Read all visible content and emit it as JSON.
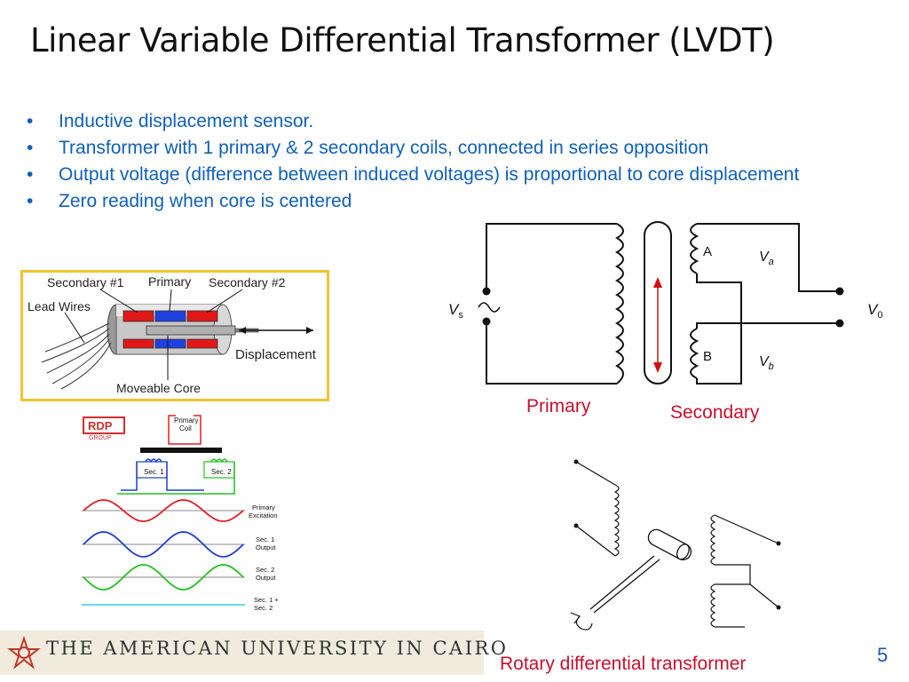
{
  "title": "Linear Variable Differential Transformer (LVDT)",
  "bullets": [
    "Inductive displacement sensor.",
    "Transformer with 1 primary & 2 secondary coils, connected in series opposition",
    "Output voltage (difference between induced voltages) is proportional to core displacement",
    "Zero reading when core is centered"
  ],
  "lvdt_photo": {
    "secondary1": "Secondary #1",
    "primary": "Primary",
    "secondary2": "Secondary #2",
    "lead_wires": "Lead Wires",
    "displacement": "Displacement",
    "moveable_core": "Moveable Core"
  },
  "circuit": {
    "vs": "V",
    "vs_sub": "s",
    "coil_a": "A",
    "coil_b": "B",
    "va": "V",
    "va_sub": "a",
    "vb": "V",
    "vb_sub": "b",
    "v0": "V",
    "v0_sub": "0"
  },
  "captions": {
    "primary": "Primary",
    "secondary": "Secondary",
    "rotary": "Rotary differential transformer"
  },
  "waveform": {
    "logo_top": "RDP",
    "logo_bottom": "GROUP",
    "primary_coil_1": "Primary",
    "primary_coil_2": "Coil",
    "sec1": "Sec. 1",
    "sec2": "Sec. 2",
    "primary_excitation_1": "Primary",
    "primary_excitation_2": "Excitation",
    "sec1_output_1": "Sec. 1",
    "sec1_output_2": "Output",
    "sec2_output_1": "Sec. 2",
    "sec2_output_2": "Output",
    "sum_1": "Sec. 1 +",
    "sum_2": "Sec. 2"
  },
  "footer": {
    "university": "THE AMERICAN UNIVERSITY IN CAIRO",
    "page_number": "5"
  },
  "colors": {
    "title": "#111111",
    "bullet_text": "#1060b8",
    "caption_red": "#c8102e",
    "photo_border": "#f2c230",
    "wave_primary": "#e02020",
    "wave_sec1": "#1a3fd0",
    "wave_sec2": "#22c022",
    "wave_sum": "#33d0e0",
    "page_number": "#1a5ab0"
  }
}
